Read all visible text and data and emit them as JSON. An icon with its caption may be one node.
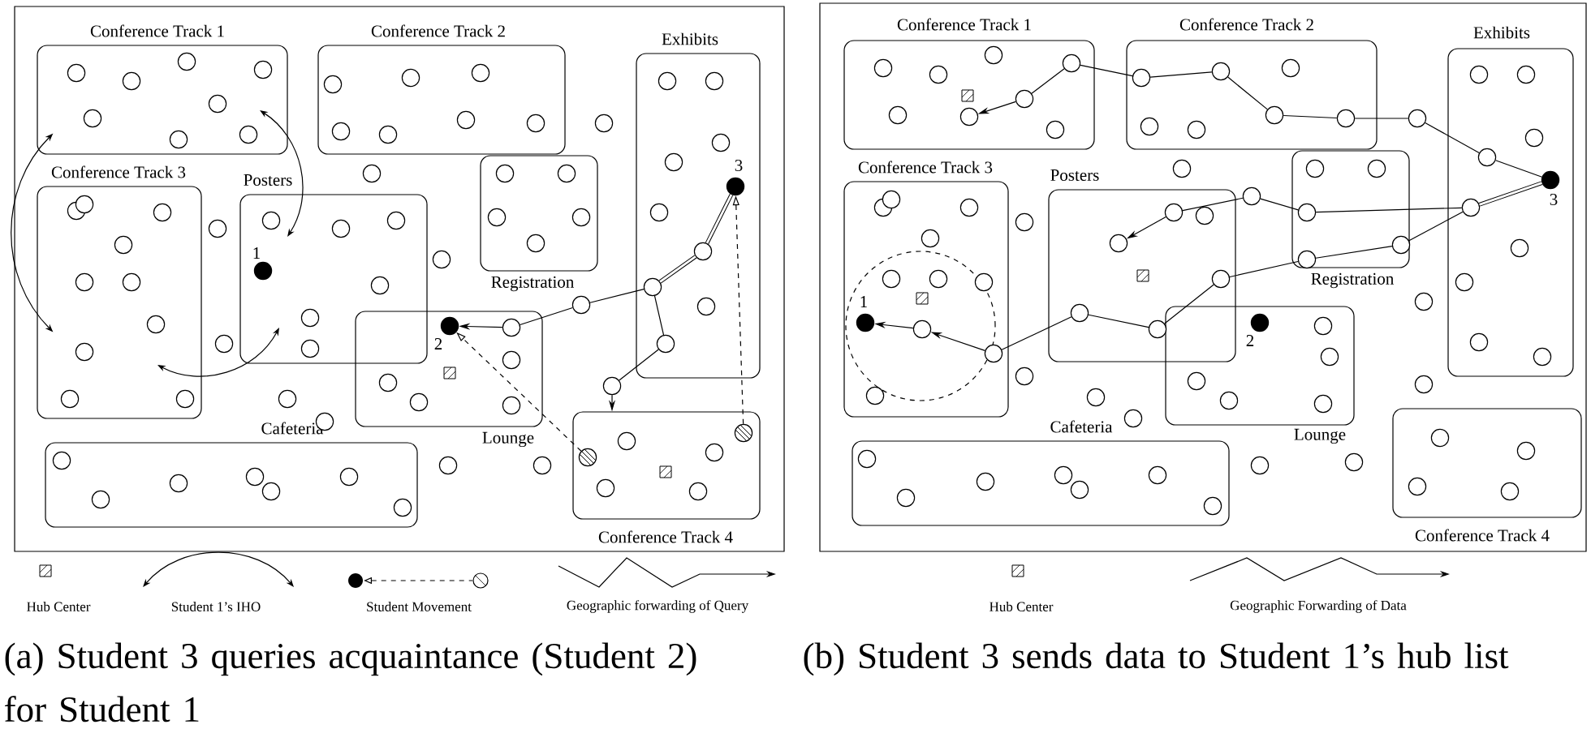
{
  "diagram": {
    "nodes": [
      {
        "text": [
          "Conference Track 1"
        ]
      },
      {
        "text": [
          "Conference Track 2"
        ]
      },
      {
        "text": [
          "Exhibits"
        ]
      },
      {
        "text": [
          "Registration"
        ]
      },
      {
        "text": [
          "Conference Track 3"
        ]
      },
      {
        "text": [
          "Posters"
        ]
      },
      {
        "text": [
          "Lounge"
        ]
      },
      {
        "text": [
          "Cafeteria"
        ]
      },
      {
        "text": [
          "Conference Track 4"
        ]
      },
      {
        "text": [],
        "shape": "circle",
        "beside": [
          "1"
        ],
        "in": 5
      },
      {
        "text": [],
        "shape": "circle",
        "beside": [
          "2"
        ],
        "in": 6
      },
      {
        "text": [],
        "shape": "circle",
        "beside": [
          "3"
        ],
        "in": 2
      },
      {
        "text": [],
        "shape": "circle",
        "in": 2
      },
      {
        "text": [],
        "shape": "circle",
        "in": 2
      },
      {
        "text": [],
        "shape": "circle"
      },
      {
        "text": [],
        "shape": "circle",
        "in": 6
      },
      {
        "text": [],
        "shape": "circle",
        "in": 2
      },
      {
        "text": [],
        "shape": "circle"
      },
      {
        "text": [],
        "shape": "circle",
        "in": 8
      },
      {
        "text": [],
        "shape": "circle",
        "in": 8
      },
      {
        "text": [
          "Conference Track 1"
        ]
      },
      {
        "text": [
          "Conference Track 2"
        ]
      },
      {
        "text": [
          "Exhibits"
        ]
      },
      {
        "text": [
          "Registration"
        ]
      },
      {
        "text": [
          "Conference Track 3"
        ]
      },
      {
        "text": [
          "Posters"
        ]
      },
      {
        "text": [
          "Lounge"
        ]
      },
      {
        "text": [
          "Cafeteria"
        ]
      },
      {
        "text": [
          "Conference Track 4"
        ]
      },
      {
        "text": [],
        "shape": "circle",
        "beside": [
          "1"
        ],
        "in": 24
      },
      {
        "text": [],
        "shape": "circle",
        "beside": [
          "2"
        ],
        "in": 26
      },
      {
        "text": [],
        "shape": "circle",
        "beside": [
          "3"
        ],
        "in": 22
      },
      {
        "text": [],
        "shape": "circle",
        "in": 22
      },
      {
        "text": [],
        "shape": "circle"
      },
      {
        "text": [],
        "shape": "circle",
        "in": 21
      },
      {
        "text": [],
        "shape": "circle",
        "in": 21
      },
      {
        "text": [],
        "shape": "circle",
        "in": 21
      },
      {
        "text": [],
        "shape": "circle",
        "in": 21
      },
      {
        "text": [],
        "shape": "circle",
        "in": 20
      },
      {
        "text": [],
        "shape": "circle",
        "in": 20
      },
      {
        "text": [],
        "shape": "circle",
        "in": 22
      },
      {
        "text": [],
        "shape": "circle",
        "in": 23
      },
      {
        "text": [],
        "shape": "circle"
      },
      {
        "text": [],
        "shape": "circle",
        "in": 25
      },
      {
        "text": [],
        "shape": "circle",
        "in": 25
      },
      {
        "text": [],
        "shape": "circle",
        "in": 23
      },
      {
        "text": [],
        "shape": "circle",
        "in": 23
      },
      {
        "text": [],
        "shape": "circle",
        "in": 25
      },
      {
        "text": [],
        "shape": "circle",
        "in": 25
      },
      {
        "text": [],
        "shape": "circle",
        "in": 25
      },
      {
        "text": [],
        "shape": "circle",
        "in": 24
      },
      {
        "text": [],
        "shape": "circle",
        "in": 24
      },
      {
        "text": [],
        "shape": "circle",
        "in": 20
      },
      {
        "text": [],
        "shape": "circle",
        "in": 0
      },
      {
        "text": [],
        "shape": "circle",
        "in": 0
      },
      {
        "text": [],
        "shape": "circle",
        "in": 0
      },
      {
        "text": [],
        "shape": "circle",
        "in": 0
      },
      {
        "text": [],
        "shape": "circle",
        "in": 0
      },
      {
        "text": [],
        "shape": "circle",
        "in": 0
      },
      {
        "text": [],
        "shape": "circle",
        "in": 0
      },
      {
        "text": [],
        "shape": "circle",
        "in": 0
      },
      {
        "text": [],
        "shape": "circle",
        "in": 1
      },
      {
        "text": [],
        "shape": "circle",
        "in": 1
      },
      {
        "text": [],
        "shape": "circle",
        "in": 1
      },
      {
        "text": [],
        "shape": "circle",
        "in": 1
      },
      {
        "text": [],
        "shape": "circle",
        "in": 1
      },
      {
        "text": [],
        "shape": "circle",
        "in": 1
      },
      {
        "text": [],
        "shape": "circle",
        "in": 1
      },
      {
        "text": [],
        "shape": "circle"
      },
      {
        "text": [],
        "shape": "circle"
      },
      {
        "text": [],
        "shape": "circle"
      },
      {
        "text": [],
        "shape": "circle"
      },
      {
        "text": [],
        "shape": "circle"
      },
      {
        "text": [],
        "shape": "circle"
      },
      {
        "text": [],
        "shape": "circle"
      },
      {
        "text": [],
        "shape": "circle"
      },
      {
        "text": [],
        "shape": "circle"
      },
      {
        "text": [],
        "shape": "circle",
        "in": 3
      },
      {
        "text": [],
        "shape": "circle",
        "in": 3
      },
      {
        "text": [],
        "shape": "circle",
        "in": 3
      },
      {
        "text": [],
        "shape": "circle",
        "in": 3
      },
      {
        "text": [],
        "shape": "circle",
        "in": 3
      },
      {
        "text": [],
        "shape": "circle",
        "in": 2
      },
      {
        "text": [],
        "shape": "circle",
        "in": 2
      },
      {
        "text": [],
        "shape": "circle",
        "in": 2
      },
      {
        "text": [],
        "shape": "circle",
        "in": 2
      },
      {
        "text": [],
        "shape": "circle",
        "in": 2
      },
      {
        "text": [],
        "shape": "circle",
        "in": 2
      },
      {
        "text": [],
        "shape": "circle",
        "in": 4
      },
      {
        "text": [],
        "shape": "circle",
        "in": 4
      },
      {
        "text": [],
        "shape": "circle",
        "in": 4
      },
      {
        "text": [],
        "shape": "circle",
        "in": 4
      },
      {
        "text": [],
        "shape": "circle",
        "in": 4
      },
      {
        "text": [],
        "shape": "circle",
        "in": 4
      },
      {
        "text": [],
        "shape": "circle",
        "in": 4
      },
      {
        "text": [],
        "shape": "circle",
        "in": 4
      },
      {
        "text": [],
        "shape": "circle",
        "in": 4
      },
      {
        "text": [],
        "shape": "circle",
        "in": 4
      },
      {
        "text": [],
        "shape": "circle",
        "in": 5
      },
      {
        "text": [],
        "shape": "circle",
        "in": 5
      },
      {
        "text": [],
        "shape": "circle",
        "in": 5
      },
      {
        "text": [],
        "shape": "circle",
        "in": 5
      },
      {
        "text": [],
        "shape": "circle",
        "in": 5
      },
      {
        "text": [],
        "shape": "circle",
        "in": 5
      },
      {
        "text": [],
        "shape": "circle",
        "in": 6
      },
      {
        "text": [],
        "shape": "circle",
        "in": 6
      },
      {
        "text": [],
        "shape": "circle",
        "in": 6
      },
      {
        "text": [],
        "shape": "circle",
        "in": 6
      },
      {
        "text": [],
        "shape": "circle",
        "in": 8
      },
      {
        "text": [],
        "shape": "circle",
        "in": 8
      },
      {
        "text": [],
        "shape": "circle",
        "in": 8
      },
      {
        "text": [],
        "shape": "circle",
        "in": 8
      },
      {
        "text": [],
        "shape": "circle",
        "in": 7
      },
      {
        "text": [],
        "shape": "circle",
        "in": 7
      },
      {
        "text": [],
        "shape": "circle",
        "in": 7
      },
      {
        "text": [],
        "shape": "circle",
        "in": 7
      },
      {
        "text": [],
        "shape": "circle",
        "in": 7
      },
      {
        "text": [],
        "shape": "circle",
        "in": 7
      },
      {
        "text": [],
        "shape": "circle",
        "in": 7
      },
      {
        "text": [],
        "shape": "circle",
        "in": 20
      },
      {
        "text": [],
        "shape": "circle",
        "in": 20
      },
      {
        "text": [],
        "shape": "circle",
        "in": 20
      },
      {
        "text": [],
        "shape": "circle",
        "in": 20
      },
      {
        "text": [],
        "shape": "circle",
        "in": 20
      },
      {
        "text": [],
        "shape": "circle",
        "in": 21
      },
      {
        "text": [],
        "shape": "circle",
        "in": 21
      },
      {
        "text": [],
        "shape": "circle",
        "in": 21
      },
      {
        "text": [],
        "shape": "circle"
      },
      {
        "text": [],
        "shape": "circle"
      },
      {
        "text": [],
        "shape": "circle"
      },
      {
        "text": [],
        "shape": "circle"
      },
      {
        "text": [],
        "shape": "circle"
      },
      {
        "text": [],
        "shape": "circle"
      },
      {
        "text": [],
        "shape": "circle"
      },
      {
        "text": [],
        "shape": "circle"
      },
      {
        "text": [],
        "shape": "circle"
      },
      {
        "text": [],
        "shape": "circle",
        "in": 23
      },
      {
        "text": [],
        "shape": "circle",
        "in": 23
      },
      {
        "text": [],
        "shape": "circle",
        "in": 22
      },
      {
        "text": [],
        "shape": "circle",
        "in": 22
      },
      {
        "text": [],
        "shape": "circle",
        "in": 22
      },
      {
        "text": [],
        "shape": "circle",
        "in": 22
      },
      {
        "text": [],
        "shape": "circle",
        "in": 22
      },
      {
        "text": [],
        "shape": "circle",
        "in": 22
      },
      {
        "text": [],
        "shape": "circle",
        "in": 22
      },
      {
        "text": [],
        "shape": "circle",
        "in": 24
      },
      {
        "text": [],
        "shape": "circle",
        "in": 24
      },
      {
        "text": [],
        "shape": "circle",
        "in": 24
      },
      {
        "text": [],
        "shape": "circle",
        "in": 24
      },
      {
        "text": [],
        "shape": "circle",
        "in": 24
      },
      {
        "text": [],
        "shape": "circle",
        "in": 24
      },
      {
        "text": [],
        "shape": "circle",
        "in": 24
      },
      {
        "text": [],
        "shape": "circle",
        "in": 24
      },
      {
        "text": [],
        "shape": "circle",
        "in": 25
      },
      {
        "text": [],
        "shape": "circle",
        "in": 26
      },
      {
        "text": [],
        "shape": "circle",
        "in": 26
      },
      {
        "text": [],
        "shape": "circle",
        "in": 26
      },
      {
        "text": [],
        "shape": "circle",
        "in": 26
      },
      {
        "text": [],
        "shape": "circle",
        "in": 26
      },
      {
        "text": [],
        "shape": "circle",
        "in": 28
      },
      {
        "text": [],
        "shape": "circle",
        "in": 28
      },
      {
        "text": [],
        "shape": "circle",
        "in": 28
      },
      {
        "text": [],
        "shape": "circle",
        "in": 28
      },
      {
        "text": [],
        "shape": "circle",
        "in": 27
      },
      {
        "text": [],
        "shape": "circle",
        "in": 27
      },
      {
        "text": [],
        "shape": "circle",
        "in": 27
      },
      {
        "text": [],
        "shape": "circle",
        "in": 27
      },
      {
        "text": [],
        "shape": "circle",
        "in": 27
      },
      {
        "text": [],
        "shape": "circle",
        "in": 27
      },
      {
        "text": [],
        "shape": "circle",
        "in": 27
      }
    ],
    "edges": [
      {
        "from": 11,
        "to": 12,
        "arrow": "none",
        "style": "thick"
      },
      {
        "from": 12,
        "to": 13,
        "arrow": "none",
        "style": "thick"
      },
      {
        "from": 13,
        "to": 14,
        "arrow": "none"
      },
      {
        "from": 14,
        "to": 15,
        "arrow": "none"
      },
      {
        "from": 15,
        "to": 10,
        "arrow": "to"
      },
      {
        "from": 13,
        "to": 16,
        "arrow": "none"
      },
      {
        "from": 16,
        "to": 17,
        "arrow": "none"
      },
      {
        "from": 17,
        "to": 8,
        "arrow": "to"
      },
      {
        "from": 18,
        "to": 10,
        "arrow": "to",
        "style": "dashed"
      },
      {
        "from": 19,
        "to": 11,
        "arrow": "to",
        "style": "dashed"
      },
      {
        "from": 31,
        "to": 32,
        "arrow": "none"
      },
      {
        "from": 32,
        "to": 33,
        "arrow": "none"
      },
      {
        "from": 33,
        "to": 34,
        "arrow": "none"
      },
      {
        "from": 34,
        "to": 35,
        "arrow": "none"
      },
      {
        "from": 35,
        "to": 36,
        "arrow": "none"
      },
      {
        "from": 36,
        "to": 37,
        "arrow": "none"
      },
      {
        "from": 37,
        "to": 38,
        "arrow": "none"
      },
      {
        "from": 38,
        "to": 39,
        "arrow": "none"
      },
      {
        "from": 39,
        "to": 52,
        "arrow": "to"
      },
      {
        "from": 31,
        "to": 40,
        "arrow": "none",
        "style": "thick"
      },
      {
        "from": 40,
        "to": 41,
        "arrow": "none"
      },
      {
        "from": 41,
        "to": 42,
        "arrow": "none"
      },
      {
        "from": 42,
        "to": 43,
        "arrow": "none"
      },
      {
        "from": 43,
        "to": 44,
        "arrow": "to"
      },
      {
        "from": 40,
        "to": 45,
        "arrow": "none"
      },
      {
        "from": 45,
        "to": 46,
        "arrow": "none"
      },
      {
        "from": 46,
        "to": 47,
        "arrow": "none"
      },
      {
        "from": 47,
        "to": 48,
        "arrow": "none"
      },
      {
        "from": 48,
        "to": 49,
        "arrow": "none"
      },
      {
        "from": 49,
        "to": 50,
        "arrow": "none"
      },
      {
        "from": 50,
        "to": 51,
        "arrow": "to"
      },
      {
        "from": 51,
        "to": 29,
        "arrow": "to"
      },
      {
        "from": 0,
        "to": 4,
        "arrow": "both"
      }
    ],
    "labels": [
      "(a) Student 3 queries acquaintance (Student 2) for Student 1",
      "(b) Student 3 sends data to Student 1’s hub list"
    ],
    "legend": [
      {
        "text": "Hub Center"
      },
      {
        "text": "Student 1’s IHO"
      },
      {
        "text": "Student Movement"
      },
      {
        "text": "Geographic forwarding of Query"
      },
      {
        "text": "Hub Center"
      },
      {
        "text": "Geographic Forwarding of Data"
      }
    ]
  }
}
